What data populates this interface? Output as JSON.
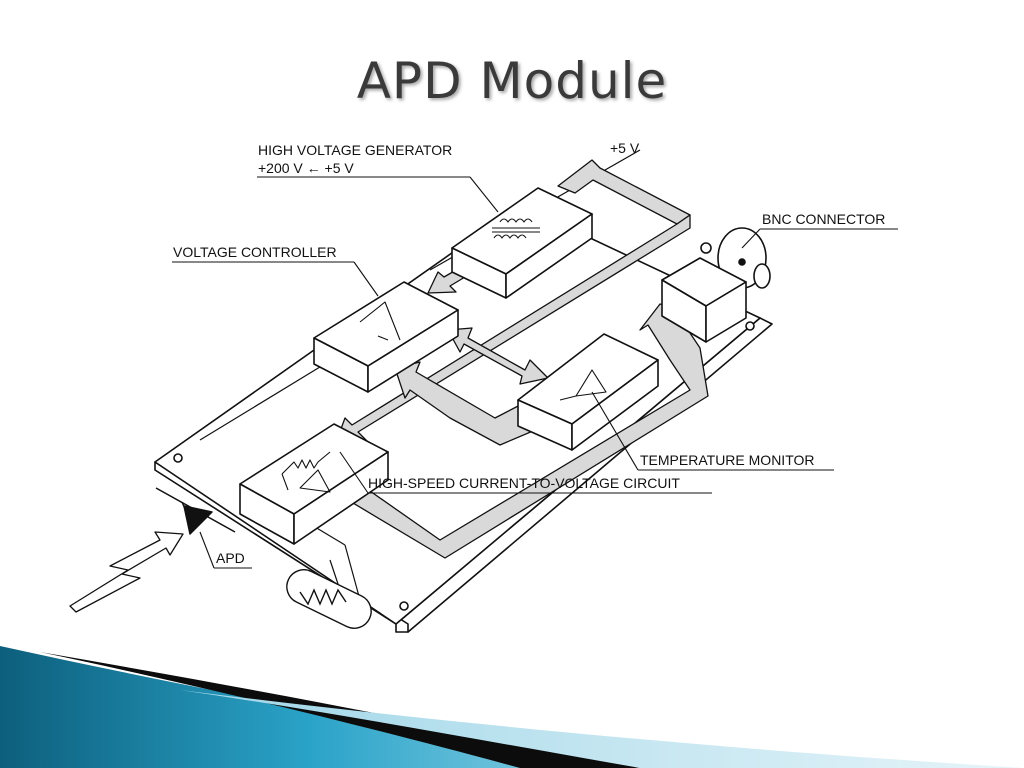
{
  "slide": {
    "title": "APD Module"
  },
  "labels": {
    "high_voltage_generator": "HIGH VOLTAGE GENERATOR",
    "voltage_conversion": "+200 V ← +5 V",
    "plus_5v": "+5 V",
    "bnc_connector": "BNC CONNECTOR",
    "voltage_controller": "VOLTAGE CONTROLLER",
    "temperature_monitor": "TEMPERATURE MONITOR",
    "iv_circuit": "HIGH-SPEED CURRENT-TO-VOLTAGE CIRCUIT",
    "apd": "APD"
  },
  "colors": {
    "arrow_fill": "#d9d9d9",
    "line": "#111111",
    "title": "#3a3a3a",
    "footer_blue": "#1f8fb5",
    "footer_dark": "#0c0c0c"
  }
}
